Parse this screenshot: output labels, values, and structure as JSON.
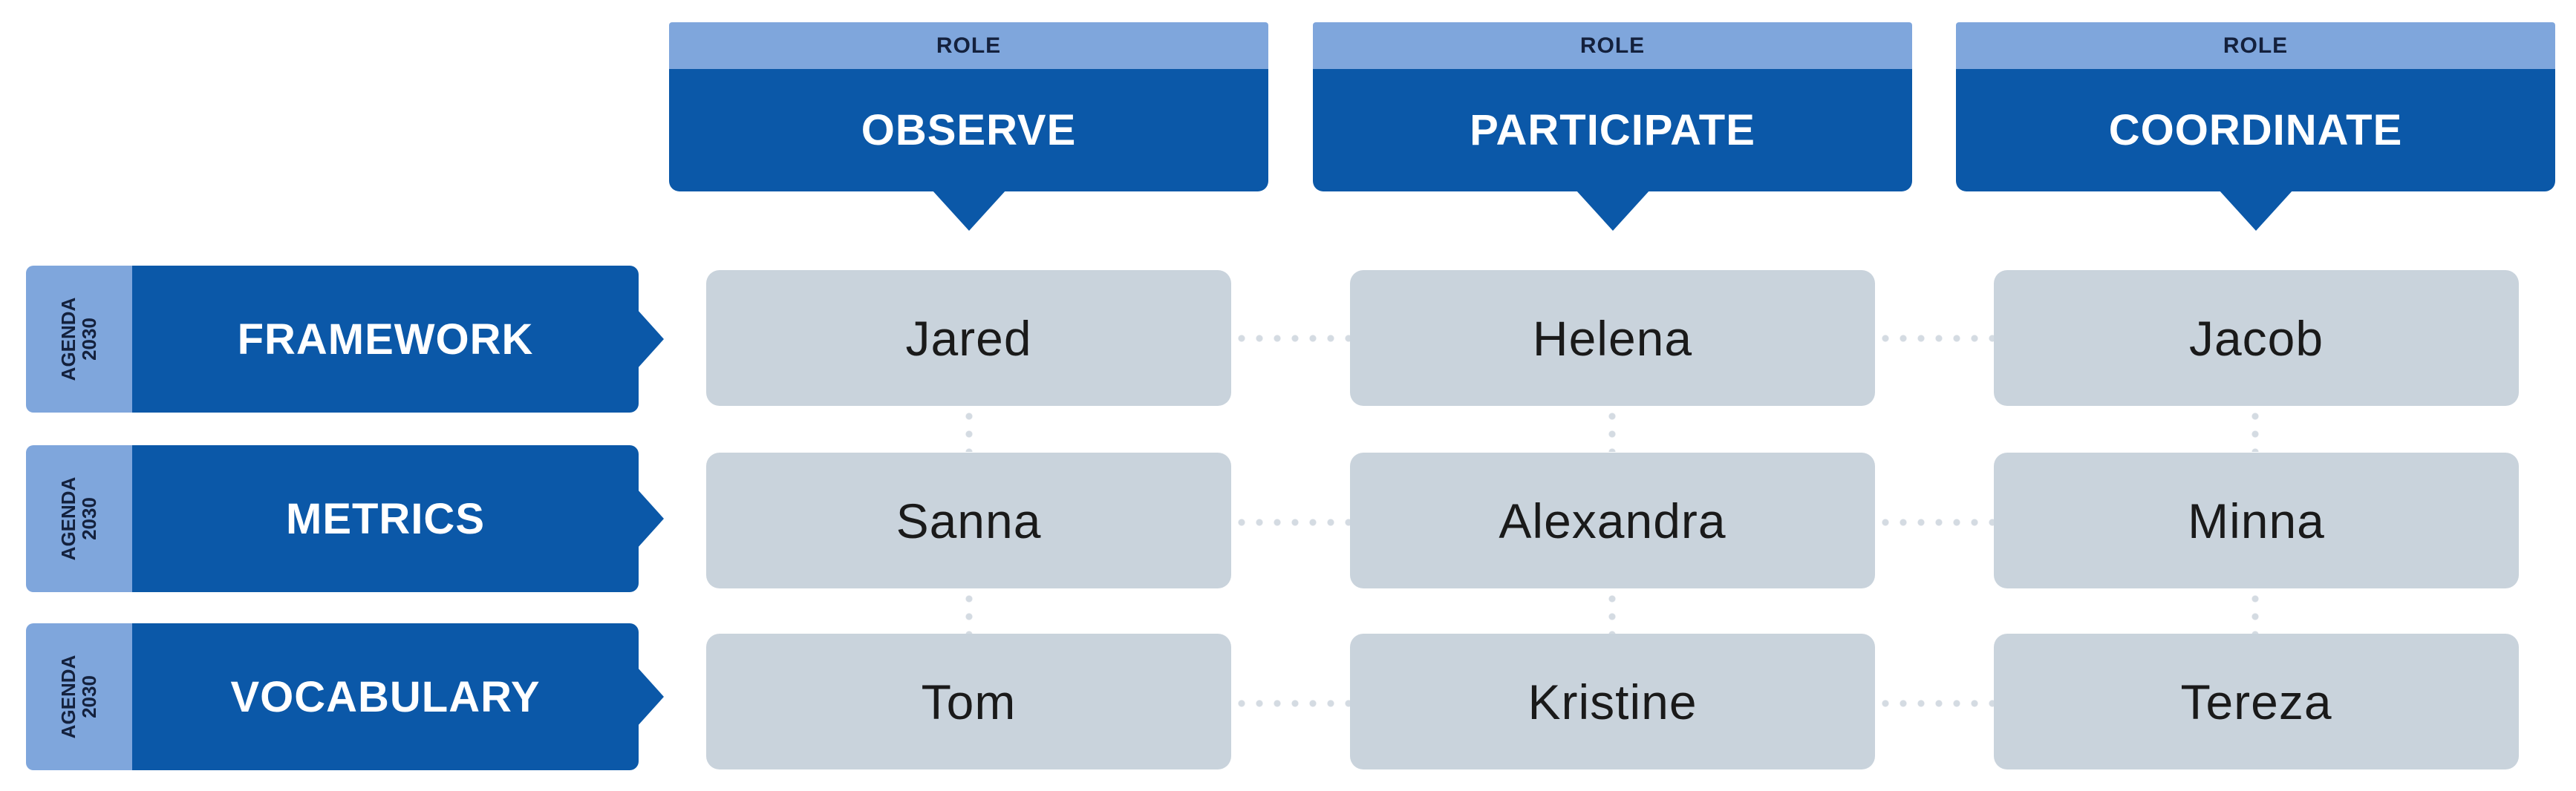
{
  "columns": [
    {
      "role_label": "ROLE",
      "name": "OBSERVE"
    },
    {
      "role_label": "ROLE",
      "name": "PARTICIPATE"
    },
    {
      "role_label": "ROLE",
      "name": "COORDINATE"
    }
  ],
  "rows": [
    {
      "tag_line1": "AGENDA",
      "tag_line2": "2030",
      "name": "FRAMEWORK",
      "cells": [
        "Jared",
        "Helena",
        "Jacob"
      ]
    },
    {
      "tag_line1": "AGENDA",
      "tag_line2": "2030",
      "name": "METRICS",
      "cells": [
        "Sanna",
        "Alexandra",
        "Minna"
      ]
    },
    {
      "tag_line1": "AGENDA",
      "tag_line2": "2030",
      "name": "VOCABULARY",
      "cells": [
        "Tom",
        "Kristine",
        "Tereza"
      ]
    }
  ],
  "colors": {
    "primary_blue": "#0b58a8",
    "light_blue": "#7fa6dc",
    "cell_gray": "#c9d3dc",
    "connector_gray": "#d4dbe2"
  }
}
